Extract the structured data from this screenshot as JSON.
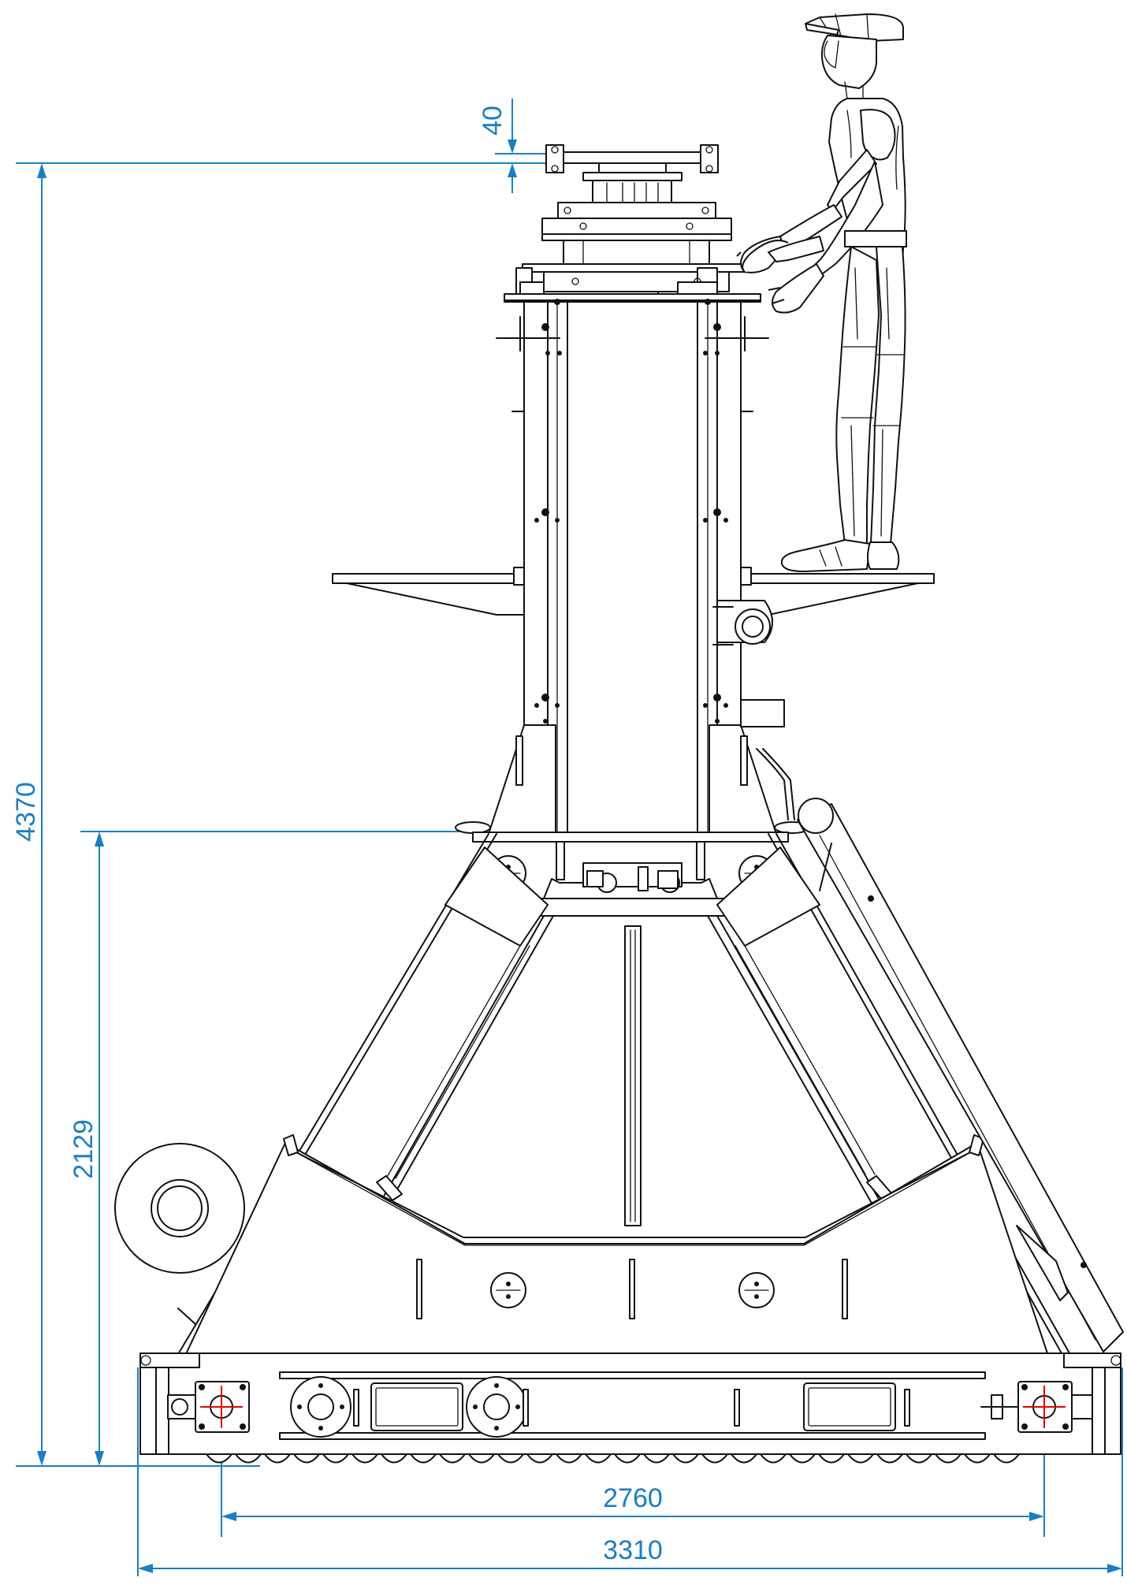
{
  "dimensions": {
    "total_height": "4370",
    "lower_height": "2129",
    "top_plate": "40",
    "track_center": "2760",
    "overall_width": "3310"
  },
  "colors": {
    "dimension": "#1a7fc0",
    "line": "#111111",
    "centerline": "#e00000"
  }
}
